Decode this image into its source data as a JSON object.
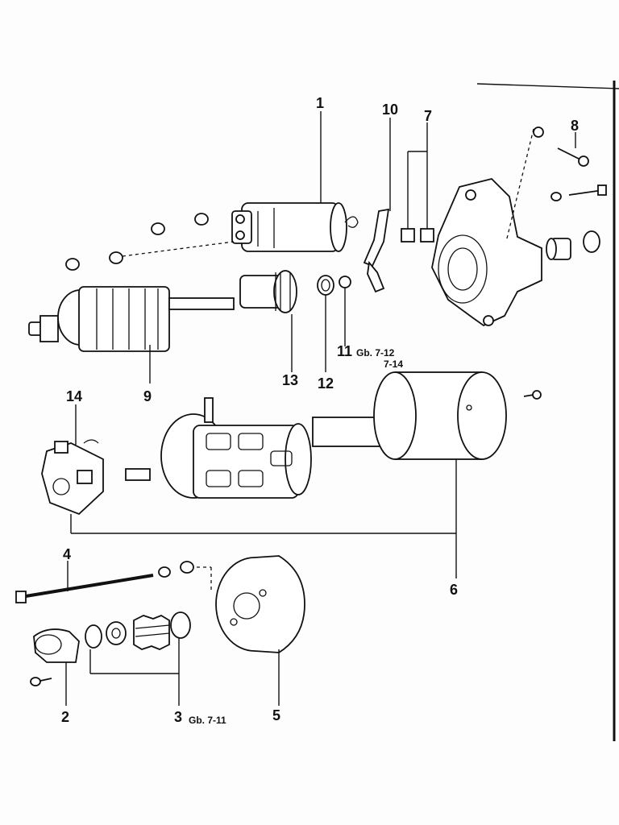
{
  "callouts": {
    "p1": "1",
    "p2": "2",
    "p3": "3",
    "p3_ref": "Gb. 7-11",
    "p4": "4",
    "p5": "5",
    "p6": "6",
    "p7": "7",
    "p8": "8",
    "p9": "9",
    "p10": "10",
    "p11": "11",
    "p11_ref1": "Gb. 7-12",
    "p11_ref2": "7-14",
    "p12": "12",
    "p13": "13",
    "p14": "14"
  }
}
